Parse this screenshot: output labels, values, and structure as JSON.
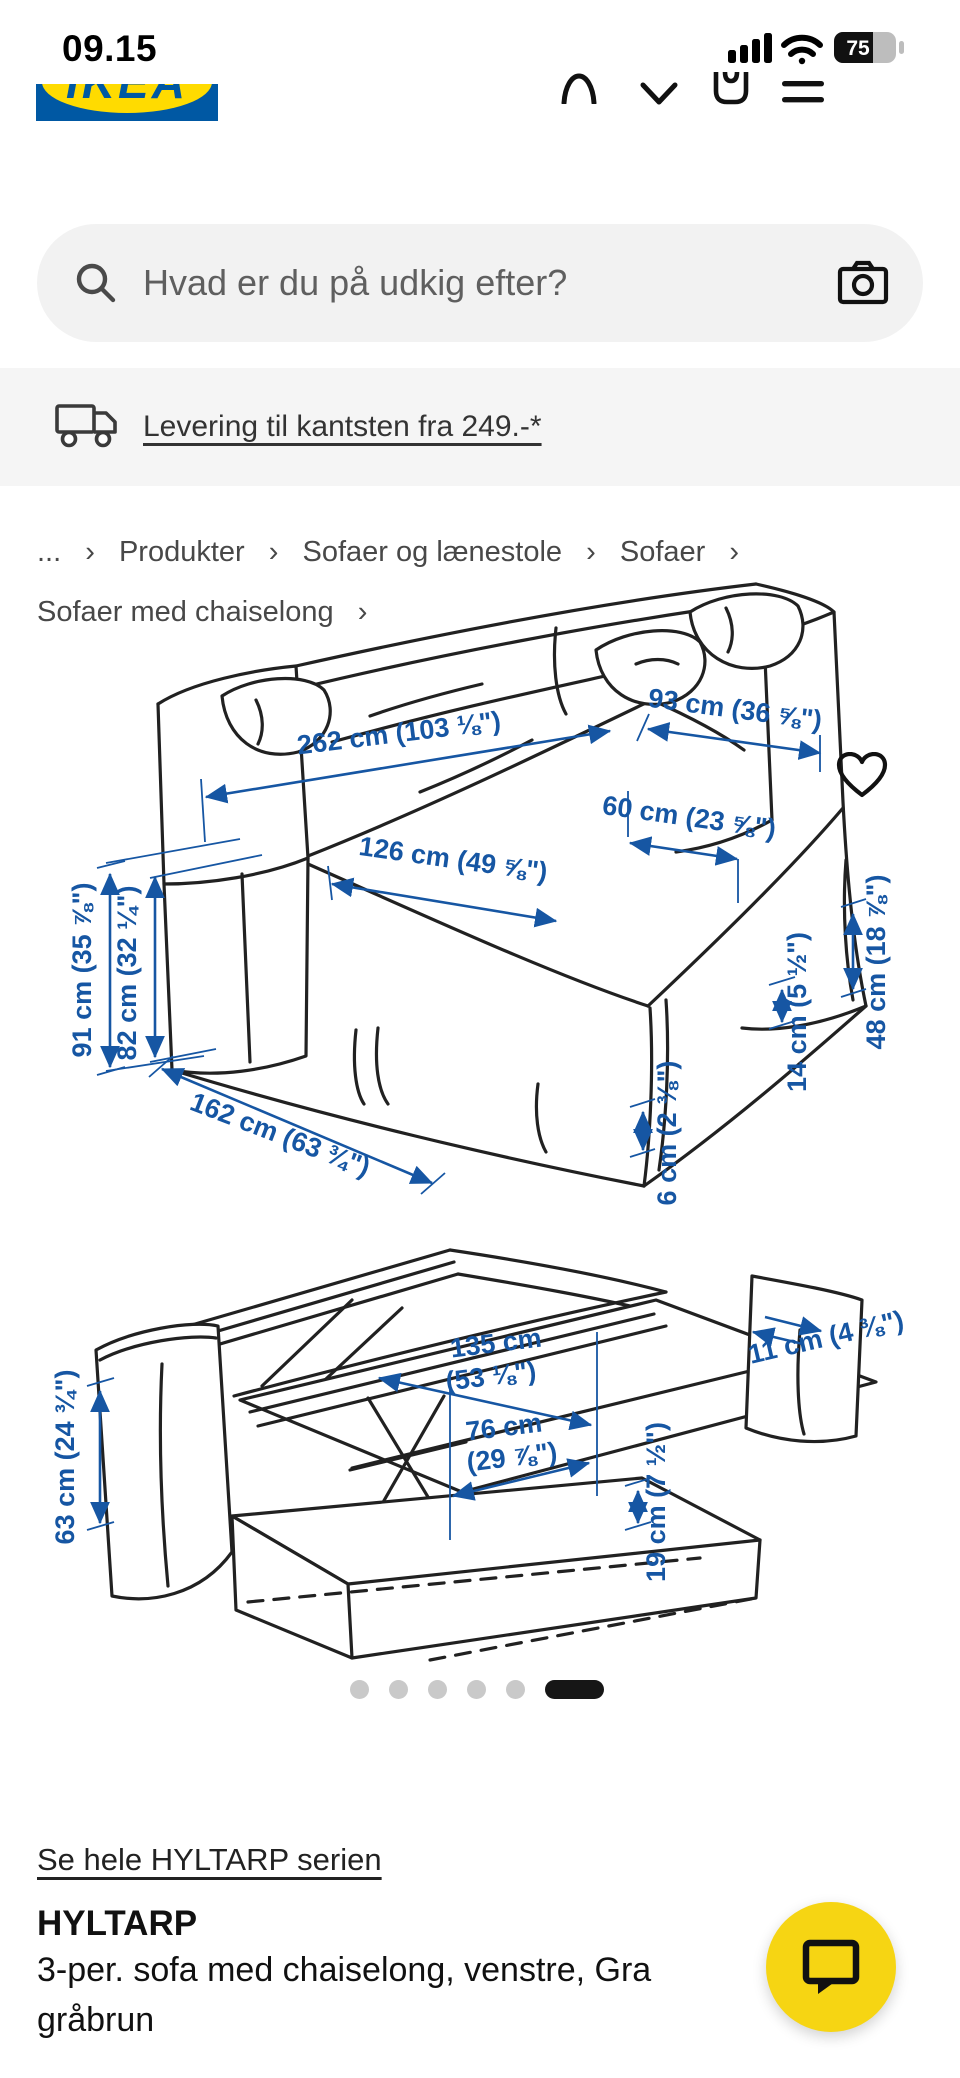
{
  "status_bar": {
    "time": "09.15",
    "battery": "75"
  },
  "header": {
    "brand": "IKEA"
  },
  "search": {
    "placeholder": "Hvad er du på udkig efter?"
  },
  "delivery_banner": {
    "link": "Levering til kantsten fra 249.-*"
  },
  "breadcrumb": {
    "ellipsis": "...",
    "sep": "›",
    "items": [
      "Produkter",
      "Sofaer og lænestole",
      "Sofaer",
      "Sofaer med chaiselong"
    ]
  },
  "dims": {
    "d262": "262 cm (103 ⅛\")",
    "d93": "93 cm (36 ⅝\")",
    "d126": "126 cm (49 ⅝\")",
    "d60": "60 cm (23 ⅝\")",
    "d91": "91 cm (35 ⅞\")",
    "d82": "82 cm (32 ¼\")",
    "d162": "162 cm (63 ¾\")",
    "d6": "6 cm (2 ⅜\")",
    "d14": "14 cm (5 ½\")",
    "d48": "48 cm (18 ⅞\")",
    "d135a": "135 cm",
    "d135b": "(53 ⅛\")",
    "d76a": "76 cm",
    "d76b": "(29 ⅞\")",
    "d63": "63 cm (24 ¾\")",
    "d11": "11 cm (4 ⅜\")",
    "d19": "19 cm (7 ½\")"
  },
  "carousel": {
    "dot_count": 6,
    "active_index": 6
  },
  "series_link": "Se hele HYLTARP serien",
  "product": {
    "name": "HYLTARP",
    "desc_line1": "3-per. sofa med chaiselong, venstre, Gra",
    "desc_line2": "gråbrun"
  },
  "colors": {
    "dimension_blue": "#1656a3",
    "ikea_blue": "#0058A3",
    "ikea_yellow": "#FFDB00",
    "chat_yellow": "#F6D513"
  }
}
